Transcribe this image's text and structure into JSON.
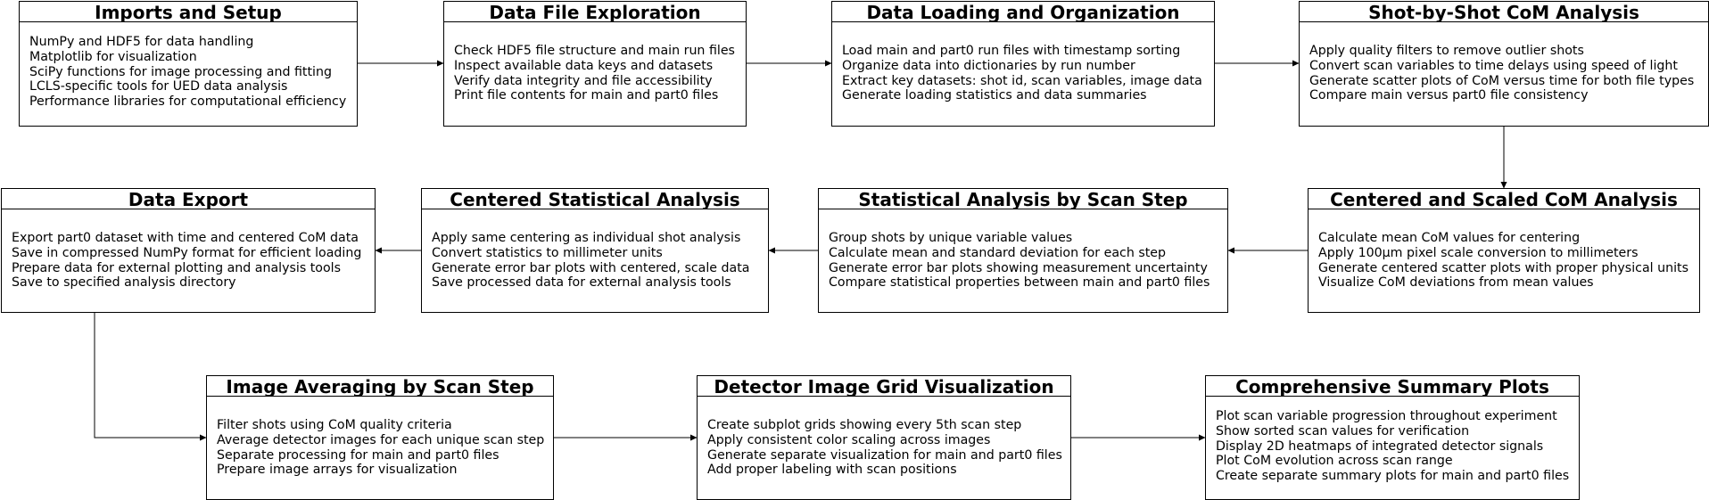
{
  "diagram": {
    "boxes": [
      {
        "id": "imports-and-setup",
        "title": "Imports and Setup",
        "lines": [
          "NumPy and HDF5 for data handling",
          "Matplotlib for visualization",
          "SciPy functions for image processing and fitting",
          "LCLS-specific tools for UED data analysis",
          "Performance libraries for computational efficiency"
        ]
      },
      {
        "id": "data-file-exploration",
        "title": "Data File Exploration",
        "lines": [
          "Check HDF5 file structure and main run files",
          "Inspect available data keys and datasets",
          "Verify data integrity and file accessibility",
          "Print file contents for main and part0 files"
        ]
      },
      {
        "id": "data-loading-and-organization",
        "title": "Data Loading and Organization",
        "lines": [
          "Load main and part0 run files with timestamp sorting",
          "Organize data into dictionaries by run number",
          "Extract key datasets: shot id, scan variables, image data",
          "Generate loading statistics and data summaries"
        ]
      },
      {
        "id": "shot-by-shot-com-analysis",
        "title": "Shot-by-Shot CoM Analysis",
        "lines": [
          "Apply quality filters to remove outlier shots",
          "Convert scan variables to time delays using speed of light",
          "Generate scatter plots of CoM versus time for both file types",
          "Compare main versus part0 file consistency"
        ]
      },
      {
        "id": "data-export",
        "title": "Data Export",
        "lines": [
          "Export part0 dataset with time and centered CoM data",
          "Save in compressed NumPy format for efficient loading",
          "Prepare data for external plotting and analysis tools",
          "Save to specified analysis directory"
        ]
      },
      {
        "id": "centered-statistical-analysis",
        "title": "Centered Statistical Analysis",
        "lines": [
          "Apply same centering as individual shot analysis",
          "Convert statistics to millimeter units",
          "Generate error bar plots with centered, scale data",
          "Save processed data for external analysis tools"
        ]
      },
      {
        "id": "statistical-analysis-by-scan-step",
        "title": "Statistical Analysis by Scan Step",
        "lines": [
          "Group shots by unique variable values",
          "Calculate mean and standard deviation for each step",
          "Generate error bar plots showing measurement uncertainty",
          "Compare statistical properties between main and part0 files"
        ]
      },
      {
        "id": "centered-and-scaled-com-analysis",
        "title": "Centered and Scaled CoM Analysis",
        "lines": [
          "Calculate mean CoM values for centering",
          "Apply 100μm pixel scale conversion to millimeters",
          "Generate centered scatter plots with proper physical units",
          "Visualize CoM deviations from mean values"
        ]
      },
      {
        "id": "image-averaging-by-scan-step",
        "title": "Image Averaging by Scan Step",
        "lines": [
          "Filter shots using CoM quality criteria",
          "Average detector images for each unique scan step",
          "Separate processing for main and part0 files",
          "Prepare image arrays for visualization"
        ]
      },
      {
        "id": "detector-image-grid-visualization",
        "title": "Detector Image Grid Visualization",
        "lines": [
          "Create subplot grids showing every 5th scan step",
          "Apply consistent color scaling across images",
          "Generate separate visualization for main and part0 files",
          "Add proper labeling with scan positions"
        ]
      },
      {
        "id": "comprehensive-summary-plots",
        "title": "Comprehensive Summary Plots",
        "lines": [
          "Plot scan variable progression throughout experiment",
          "Show sorted scan values for verification",
          "Display 2D heatmaps of integrated detector signals",
          "Plot CoM evolution across scan range",
          "Create separate summary plots for main and part0 files"
        ]
      }
    ],
    "connections": [
      [
        "imports-and-setup",
        "data-file-exploration"
      ],
      [
        "data-file-exploration",
        "data-loading-and-organization"
      ],
      [
        "data-loading-and-organization",
        "shot-by-shot-com-analysis"
      ],
      [
        "shot-by-shot-com-analysis",
        "centered-and-scaled-com-analysis"
      ],
      [
        "centered-and-scaled-com-analysis",
        "statistical-analysis-by-scan-step"
      ],
      [
        "statistical-analysis-by-scan-step",
        "centered-statistical-analysis"
      ],
      [
        "centered-statistical-analysis",
        "data-export"
      ],
      [
        "data-export",
        "image-averaging-by-scan-step"
      ],
      [
        "image-averaging-by-scan-step",
        "detector-image-grid-visualization"
      ],
      [
        "detector-image-grid-visualization",
        "comprehensive-summary-plots"
      ]
    ]
  }
}
